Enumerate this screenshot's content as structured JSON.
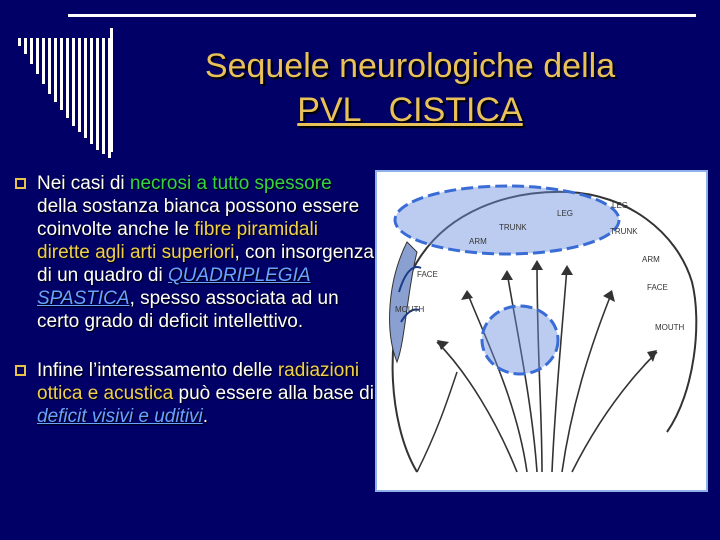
{
  "title": {
    "line1": "Sequele neurologiche della",
    "line2": "PVL   CISTICA"
  },
  "bullet1": {
    "t1": "Nei casi di ",
    "t2": "necrosi a tutto spessore",
    "t3": " della sostanza bianca possono essere coinvolte anche le ",
    "t4": "fibre piramidali dirette agli arti superiori",
    "t5": ", con insorgenza di un quadro di ",
    "t6": "QUADRIPLEGIA SPASTICA",
    "t7": ", spesso associata ad un certo grado di deficit intellettivo."
  },
  "bullet2": {
    "t1": "Infine l’interessamento delle ",
    "t2": "radiazioni ottica e acustica",
    "t3": " può essere alla base di ",
    "t4": "deficit visivi e uditivi",
    "t5": "."
  },
  "figure": {
    "labels": {
      "leg1": "LEG",
      "trunk1": "TRUNK",
      "arm1": "ARM",
      "face1": "FACE",
      "mouth1": "MOUTH",
      "leg2": "LEG",
      "trunk2": "TRUNK",
      "arm2": "ARM",
      "face2": "FACE",
      "mouth2": "MOUTH"
    }
  },
  "colors": {
    "background": "#000066",
    "title": "#e8c15a",
    "highlight_green": "#36d43c",
    "highlight_yellow": "#f0d04a",
    "link": "#6aa2ff"
  }
}
